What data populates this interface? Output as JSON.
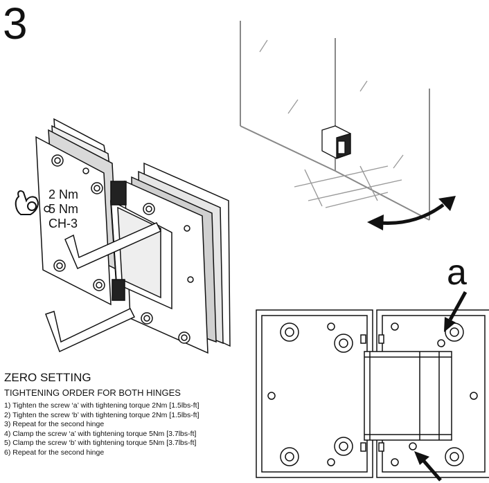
{
  "step_number": "3",
  "torque_specs": [
    "2 Nm",
    "5 Nm",
    "CH-3"
  ],
  "label_a": "a",
  "zero_setting": {
    "title": "ZERO SETTING",
    "subtitle": "TIGHTENING ORDER FOR BOTH HINGES",
    "steps": [
      "1) Tighten the screw ‘a’ with tightening torque 2Nm [1.5lbs-ft]",
      "2) Tighten the screw ‘b’ with tightening torque 2Nm [1.5lbs-ft]",
      "3) Repeat for the second hinge",
      "4) Clamp the screw ‘a’ with tightening torque 5Nm [3.7lbs-ft]",
      "5) Clamp the screw ‘b’ with tightening torque 5Nm [3.7lbs-ft]",
      "6) Repeat for the second hinge"
    ]
  },
  "icons": [
    "hinge-illustration",
    "hex-key-icon",
    "hand-icon",
    "door-diagram",
    "rotation-arrow-icon",
    "hinge-front-view",
    "pointer-arrow-icon"
  ]
}
